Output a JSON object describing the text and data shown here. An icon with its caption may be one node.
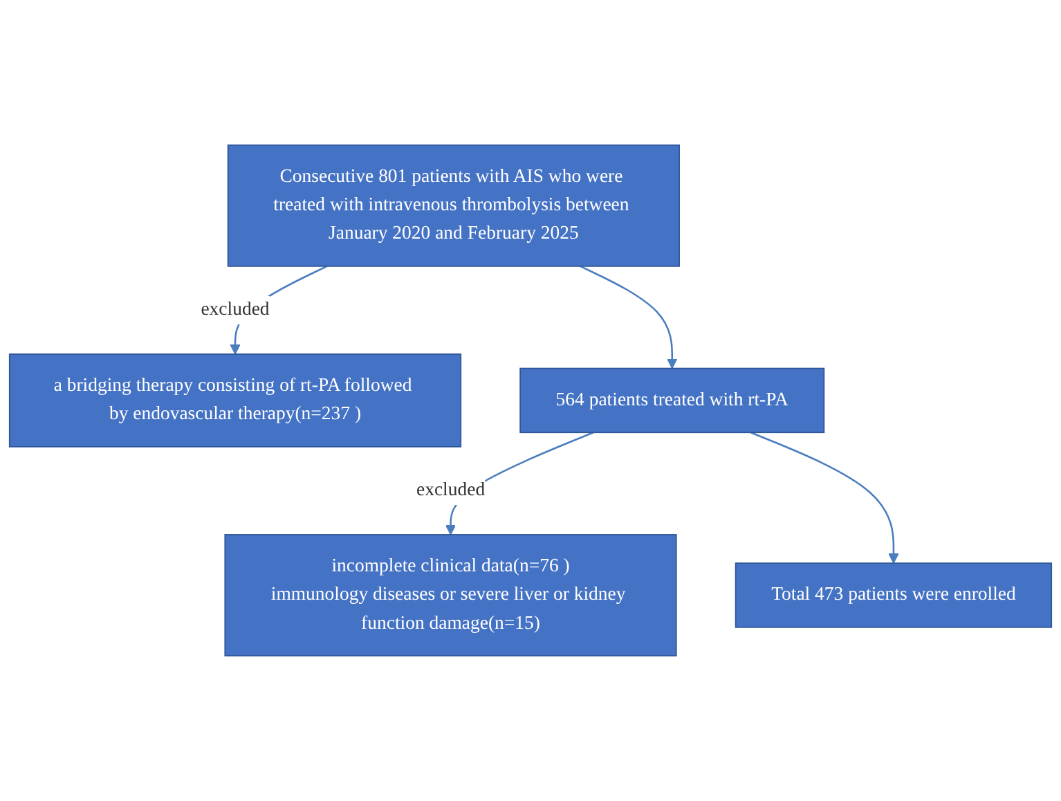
{
  "diagram": {
    "nodes": [
      {
        "text": [
          "Consecutive 801 patients with AIS who were treated with intravenous thrombolysis between January 2020 and February 2025"
        ]
      },
      {
        "text": [
          "a bridging therapy consisting of rt-PA followed by endovascular therapy(n=237 )"
        ]
      },
      {
        "text": [
          "564 patients treated with rt-PA"
        ]
      },
      {
        "text": [
          "incomplete clinical data(n=76 )",
          "immunology diseases or severe liver or kidney function damage(n=15)"
        ]
      },
      {
        "text": [
          "Total 473 patients were enrolled"
        ]
      }
    ],
    "edges": [
      {
        "from": 0,
        "to": 1,
        "arrow": "to",
        "label": "excluded"
      },
      {
        "from": 0,
        "to": 2,
        "arrow": "to"
      },
      {
        "from": 2,
        "to": 3,
        "arrow": "to",
        "label": "excluded"
      },
      {
        "from": 2,
        "to": 4,
        "arrow": "to"
      }
    ]
  }
}
